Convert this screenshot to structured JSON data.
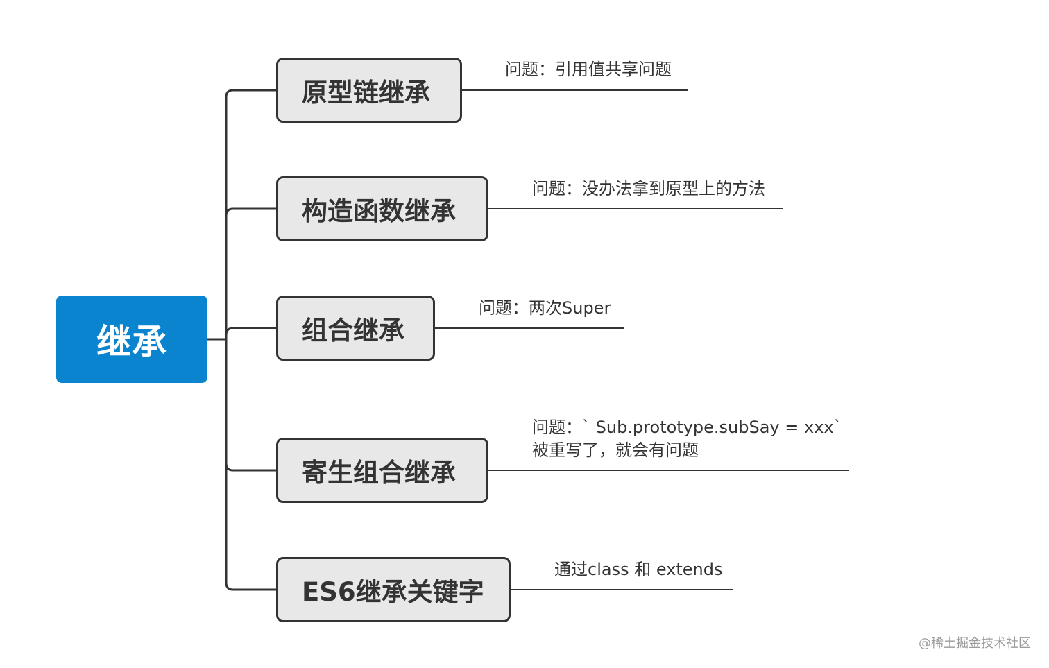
{
  "root": {
    "label": "继承"
  },
  "branches": [
    {
      "label": "原型链继承",
      "note_lines": [
        "问题：引用值共享问题"
      ]
    },
    {
      "label": "构造函数继承",
      "note_lines": [
        "问题：没办法拿到原型上的方法"
      ]
    },
    {
      "label": "组合继承",
      "note_lines": [
        "问题：两次Super"
      ]
    },
    {
      "label": "寄生组合继承",
      "note_lines": [
        "问题：` Sub.prototype.subSay = xxx`",
        "被重写了，就会有问题"
      ]
    },
    {
      "label": "ES6继承关键字",
      "note_lines": [
        "通过class 和 extends"
      ]
    }
  ],
  "watermark": "@稀土掘金技术社区",
  "colors": {
    "root_fill": "#0a84cf",
    "branch_fill": "#e8e8e8",
    "branch_border": "#333333",
    "connector": "#333333",
    "text": "#333333",
    "watermark": "#9a9a9a"
  }
}
